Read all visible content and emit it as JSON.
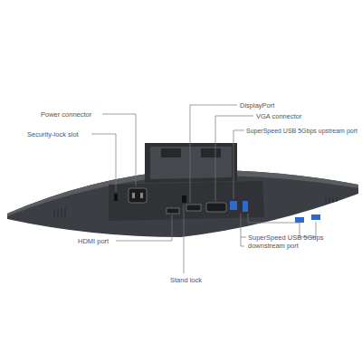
{
  "diagram": {
    "labels": [
      "Power connector",
      "Security-lock slot",
      "DisplayPort",
      "VGA connector",
      "SuperSpeed USB 5Gbps upstream port",
      "HDMI port",
      "Stand lock",
      "SuperSpeed USB 5Gbps downstream port"
    ]
  }
}
